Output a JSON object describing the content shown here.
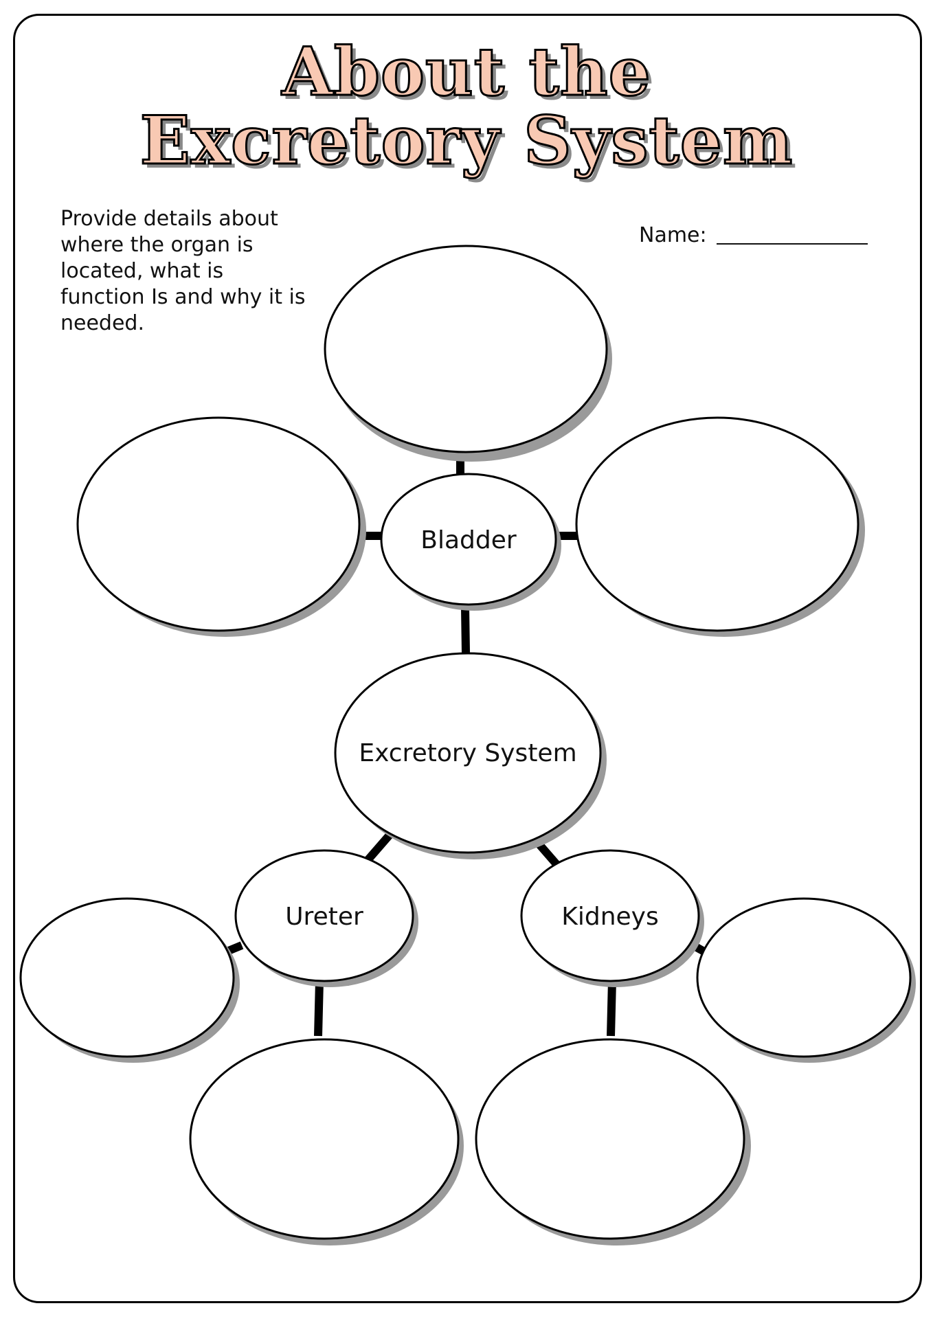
{
  "title": {
    "line1": "About the",
    "line2": "Excretory System"
  },
  "instructions": "Provide details about\nwhere the organ is\nlocated, what is\nfunction Is and why it is\nneeded.",
  "name_label": "Name:",
  "center_label": "Excretory System",
  "organs": {
    "bladder": "Bladder",
    "ureter": "Ureter",
    "kidneys": "Kidneys"
  }
}
